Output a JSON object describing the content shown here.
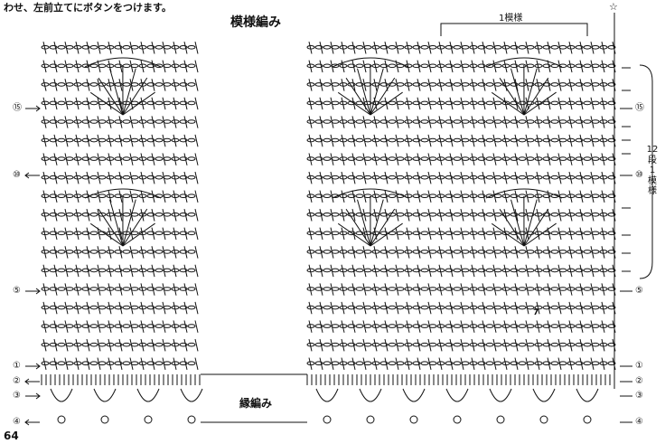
{
  "caption": "わせ、左前立てにボタンをつけます。",
  "pattern_title": "模様編み",
  "edging_title": "縁編み",
  "repeat_label": "1模様",
  "repeat_rows_label": "12段1模様",
  "page_number": "64",
  "star_symbol": "☆",
  "inner_number": "7",
  "row_markers": [
    {
      "label": "⑮",
      "direction": "right"
    },
    {
      "label": "⑩",
      "direction": "left"
    },
    {
      "label": "⑤",
      "direction": "right"
    },
    {
      "label": "①",
      "direction": "right"
    },
    {
      "label": "②",
      "direction": "left"
    },
    {
      "label": "③",
      "direction": "right"
    },
    {
      "label": "④",
      "direction": "left"
    }
  ],
  "colors": {
    "ink": "#111111",
    "paper": "#ffffff"
  }
}
